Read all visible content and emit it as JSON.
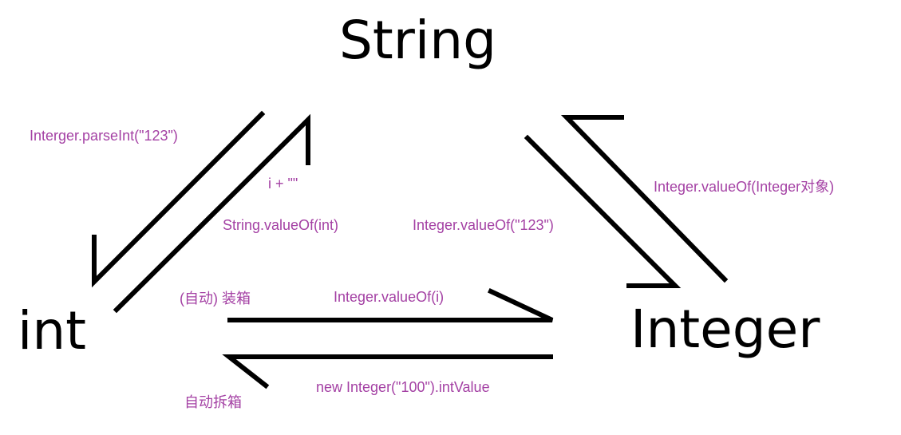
{
  "nodes": {
    "string": "String",
    "int": "int",
    "integer": "Integer"
  },
  "labels": {
    "parseint": "Interger.parseInt(\"123\")",
    "concat": "i + \"\"",
    "string_valueof": "String.valueOf(int)",
    "integer_valueof_str": "Integer.valueOf(\"123\")",
    "integer_valueof_obj": "Integer.valueOf(Integer对象)",
    "autobox": "(自动) 装箱",
    "integer_valueof_i": "Integer.valueOf(i)",
    "intvalue": "new Integer(\"100\").intValue",
    "unbox": "自动拆箱"
  },
  "colors": {
    "node_text": "#000000",
    "label_text": "#a441a4",
    "arrow": "#000000"
  }
}
